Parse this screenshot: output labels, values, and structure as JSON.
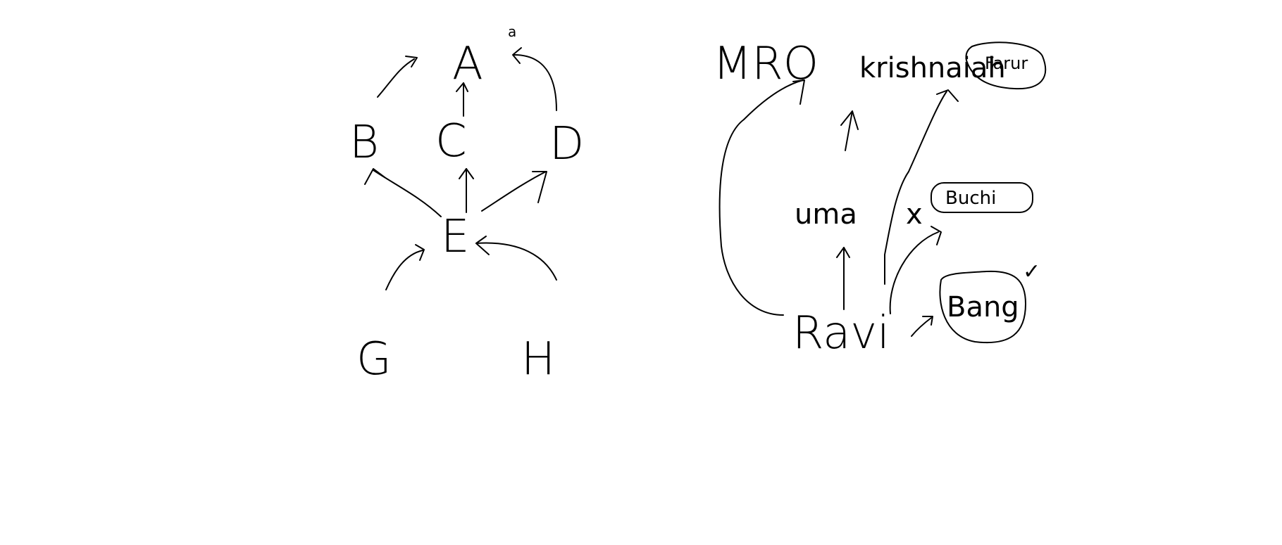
{
  "left_graph": {
    "nodes": {
      "a": "A",
      "b": "B",
      "c": "C",
      "d": "D",
      "e": "E",
      "g": "G",
      "h": "H"
    },
    "a_mark": "a"
  },
  "right_graph": {
    "nodes": {
      "mro": "MRO",
      "krishnaiah": "krishnaiah",
      "uma": "uma",
      "x": "x",
      "ravi": "Ravi"
    },
    "bubbles": {
      "farur": "Farur",
      "buchi": "Buchi",
      "bang": "Bang"
    },
    "bang_mark": "✓"
  }
}
